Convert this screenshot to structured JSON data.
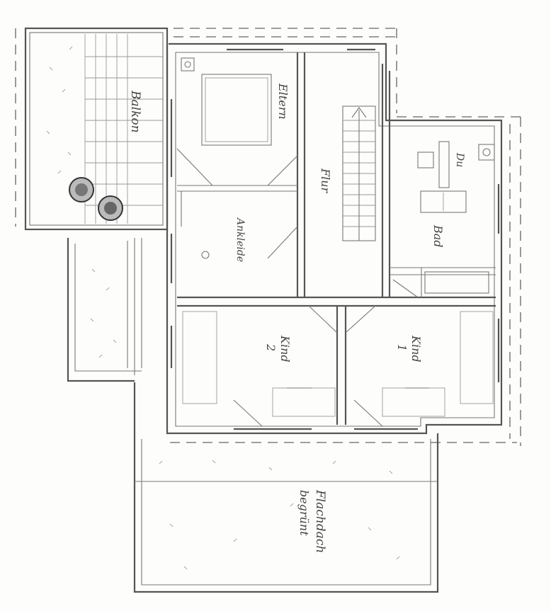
{
  "rooms": {
    "balkon": "Balkon",
    "eltern": "Eltern",
    "flur": "Flur",
    "du": "Du",
    "bad": "Bad",
    "ankleide": "Ankleide",
    "kind2_name": "Kind",
    "kind2_num": "2",
    "kind1_name": "Kind",
    "kind1_num": "1",
    "flachdach_line1": "Flachdach",
    "flachdach_line2": "begrünt"
  }
}
